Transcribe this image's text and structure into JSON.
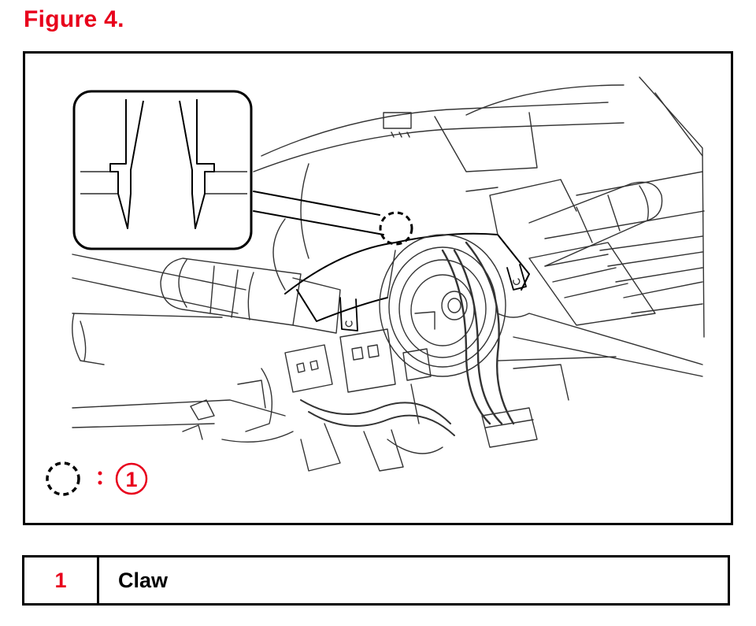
{
  "figure": {
    "title": "Figure 4."
  },
  "key": {
    "callout_number": "1"
  },
  "legend": {
    "rows": [
      {
        "number": "1",
        "description": "Claw"
      }
    ]
  },
  "colors": {
    "accent_red": "#e8001c",
    "line": "#000000"
  },
  "icons": {
    "claw_marker": "dashed-circle-icon"
  }
}
